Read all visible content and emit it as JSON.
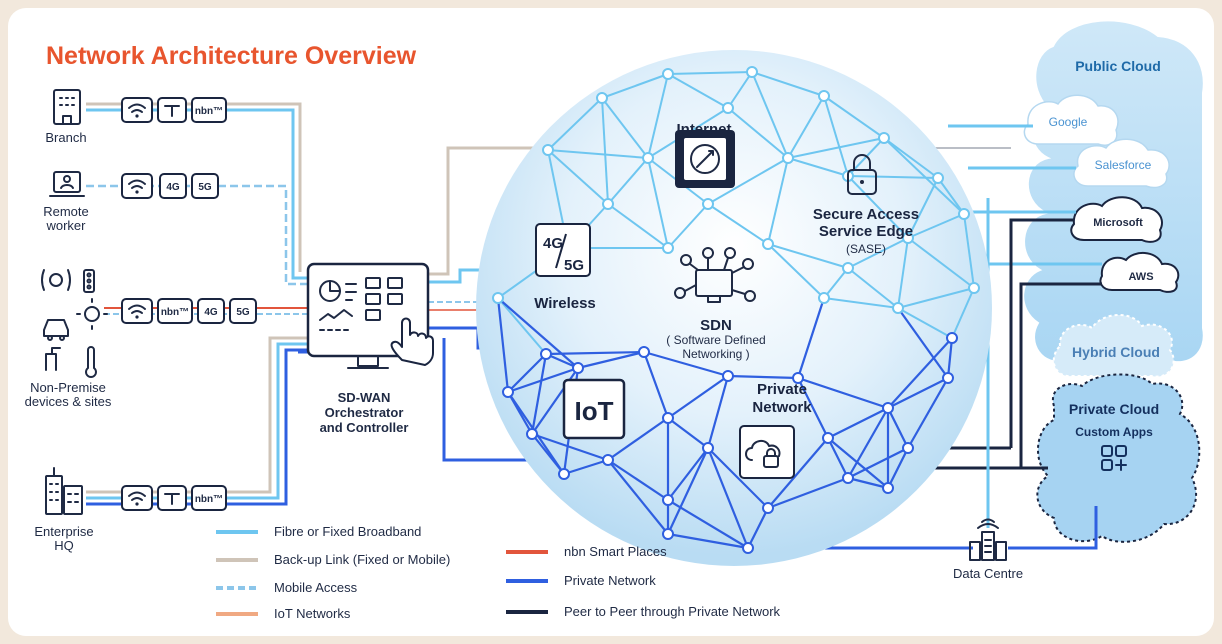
{
  "title": "Network Architecture Overview",
  "colors": {
    "title": "#e8552e",
    "fibre": "#6ec6f0",
    "backup": "#cfc4b8",
    "mobile": "#8cc6ea",
    "iot": "#f0a982",
    "nbn": "#e2553c",
    "private": "#2f5fe0",
    "peer": "#1a2540"
  },
  "sites": {
    "branch": "Branch",
    "remote_line1": "Remote",
    "remote_line2": "worker",
    "onprem_line1": "Non-Premise",
    "onprem_line2": "devices & sites",
    "hq_line1": "Enterprise",
    "hq_line2": "HQ"
  },
  "connection_tags": {
    "nbn": "nbn™",
    "g4": "4G",
    "g5": "5G"
  },
  "sdwan": {
    "line1": "SD-WAN",
    "line2": "Orchestrator",
    "line3": "and Controller"
  },
  "sphere": {
    "internet": "Internet",
    "sase_line1": "Secure Access",
    "sase_line2": "Service Edge",
    "sase_line3": "(SASE)",
    "wireless_icon_top": "4G",
    "wireless_icon_bottom": "5G",
    "wireless": "Wireless",
    "sdn": "SDN",
    "sdn_line2": "( Software Defined",
    "sdn_line3": "Networking )",
    "iot": "IoT",
    "private_line1": "Private",
    "private_line2": "Network"
  },
  "cloud": {
    "public": "Public Cloud",
    "google": "Google",
    "salesforce": "Salesforce",
    "microsoft": "Microsoft",
    "aws": "AWS",
    "hybrid": "Hybrid Cloud",
    "private": "Private Cloud",
    "custom_apps": "Custom Apps"
  },
  "data_centre": "Data Centre",
  "legend": [
    {
      "key": "fibre",
      "label": "Fibre or Fixed Broadband"
    },
    {
      "key": "backup",
      "label": "Back-up Link (Fixed or Mobile)"
    },
    {
      "key": "mobile",
      "label": "Mobile Access"
    },
    {
      "key": "iot",
      "label": "IoT Networks"
    },
    {
      "key": "nbn",
      "label": "nbn Smart Places"
    },
    {
      "key": "private",
      "label": "Private Network"
    },
    {
      "key": "peer",
      "label": "Peer to Peer through Private Network"
    }
  ]
}
